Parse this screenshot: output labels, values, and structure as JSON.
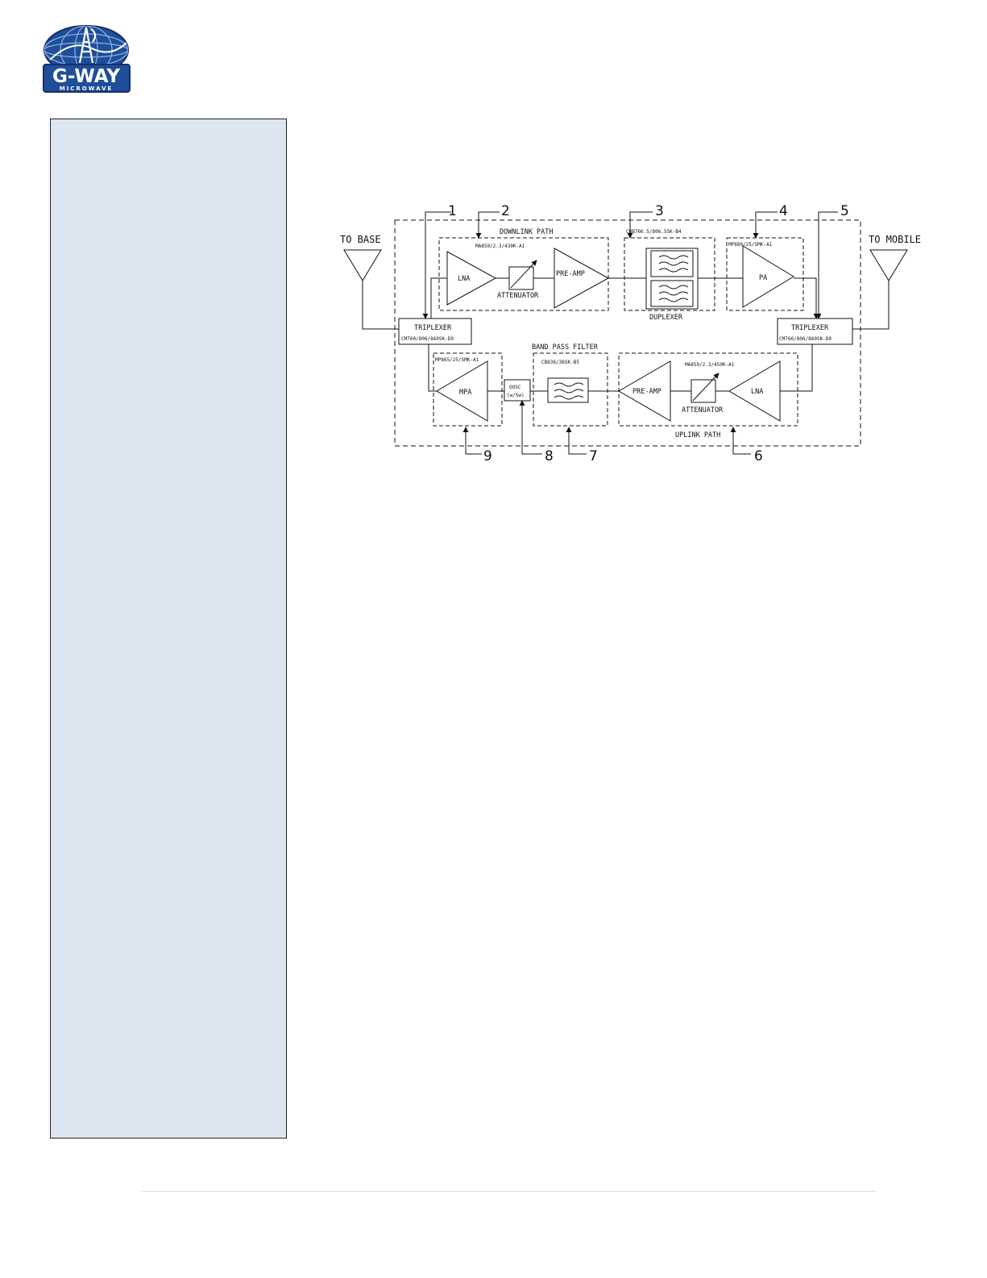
{
  "brand": {
    "logo_name": "G-WAY",
    "logo_tagline": "MICROWAVE",
    "colors": {
      "logo_blue": "#1f4e9a",
      "logo_dark": "#15306a",
      "panel_fill": "#dce6f1"
    }
  },
  "diagram": {
    "antenna_base_label": "TO BASE",
    "antenna_mobile_label": "TO MOBILE",
    "downlink": {
      "path_label": "DOWNLINK PATH",
      "module_model": "MA850/2.3/430K-A1",
      "lna": "LNA",
      "attenuator": "ATTENUATOR",
      "preamp": "PRE-AMP",
      "duplexer_model": "CBB766.5/806.5SK-B4",
      "duplexer": "DUPLEXER",
      "pa_model": "MP880/25/SMK-A1",
      "pa": "PA"
    },
    "triplexer_left": {
      "label": "TRIPLEXER",
      "model": "CM760/806/860SK-D9"
    },
    "triplexer_right": {
      "label": "TRIPLEXER",
      "model": "CM766/806/860SK-D9"
    },
    "uplink": {
      "path_label": "UPLINK PATH",
      "mpa_model": "MP865/25/SMK-A1",
      "mpa": "MPA",
      "osc_line1": "OOSC",
      "osc_line2": "(w/Sw)",
      "bpf_label": "BAND PASS FILTER",
      "bpf_model": "CB836/36SK-B5",
      "preamp": "PRE-AMP",
      "module_model": "MA859/2.3/450K-A1",
      "attenuator": "ATTENUATOR",
      "lna": "LNA"
    },
    "callouts": [
      "1",
      "2",
      "3",
      "4",
      "5",
      "6",
      "7",
      "8",
      "9"
    ]
  }
}
